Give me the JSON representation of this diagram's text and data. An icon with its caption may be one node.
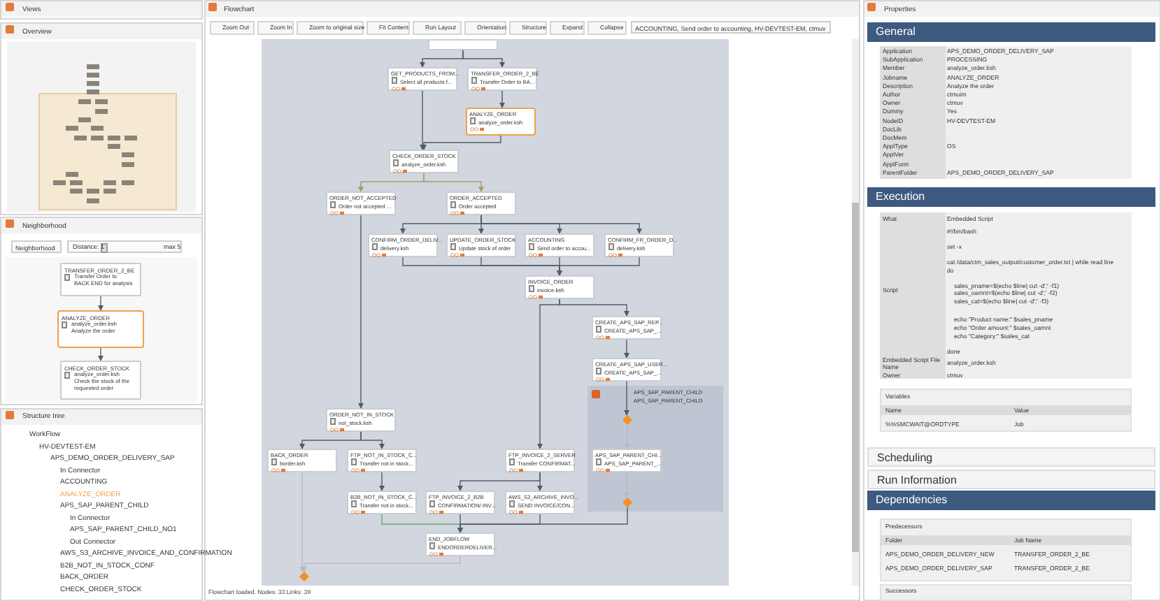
{
  "diagram": {
    "nodes": [
      {
        "text": [
          "TRANSFER_ORDER_2_BE",
          "Transfer Order to BACK END for analysis"
        ]
      },
      {
        "text": [
          "ANALYZE_ORDER",
          "analyze_order.ksh",
          "Analyze the order"
        ]
      },
      {
        "text": [
          "CHECK_ORDER_STOCK",
          "analyze_order.ksh",
          "Check the stock of the requested order"
        ]
      },
      {
        "text": [],
        "shape": "box"
      },
      {
        "text": [
          "GET_PRODUCTS_FROM...",
          "Select all products f..."
        ]
      },
      {
        "text": [
          "TRANSFER_ORDER_2_BE",
          "Transfer Order to BA..."
        ]
      },
      {
        "text": [
          "ANALYZE_ORDER",
          "analyze_order.ksh"
        ]
      },
      {
        "text": [
          "CHECK_ORDER_STOCK",
          "analyze_order.ksh"
        ]
      },
      {
        "text": [
          "ORDER_NOT_ACCEPTED",
          "Order not accepted ..."
        ]
      },
      {
        "text": [
          "ORDER_ACCEPTED",
          "Order accepted"
        ]
      },
      {
        "text": [
          "CONFIRM_ORDER_DELIV...",
          "delivery.ksh"
        ]
      },
      {
        "text": [
          "UPDATE_ORDER_STOCK",
          "Update stock of order"
        ]
      },
      {
        "text": [
          "ACCOUNTING",
          "Send order to accou..."
        ]
      },
      {
        "text": [
          "CONFIRM_FR_ORDER_D...",
          "delivery.ksh"
        ]
      },
      {
        "text": [
          "INVOICE_ORDER",
          "invoice.ksh"
        ]
      },
      {
        "text": [
          "CREATE_APS_SAP_REP...",
          "CREATE_APS_SAP_..."
        ]
      },
      {
        "text": [
          "CREATE_APS_SAP_USER...",
          "CREATE_APS_SAP_..."
        ]
      },
      {
        "text": [
          "APS_SAP_PARENT_CHILD",
          "APS_SAP_PARENT_CHILD"
        ]
      },
      {
        "text": [],
        "shape": "diamond",
        "in": 17
      },
      {
        "text": [
          "APS_SAP_PARENT_CHI...",
          "APS_SAP_PARENT_..."
        ],
        "in": 17
      },
      {
        "text": [],
        "shape": "diamond",
        "in": 17
      },
      {
        "text": [
          "ORDER_NOT_IN_STOCK",
          "not_stock.ksh"
        ]
      },
      {
        "text": [
          "BACK_ORDER",
          "border.ksh"
        ]
      },
      {
        "text": [
          "FTP_NOT_IN_STOCK_C...",
          "Transfer not in stock..."
        ]
      },
      {
        "text": [
          "FTP_INVOICE_2_SERVER",
          "Transfer CONFIRMAT..."
        ]
      },
      {
        "text": [
          "B2B_NOT_IN_STOCK_C...",
          "Transfer not in stock..."
        ]
      },
      {
        "text": [
          "FTP_INVOICE_2_B2B",
          "CONFIRMATION/ INV..."
        ]
      },
      {
        "text": [
          "AWS_S3_ARCHIVE_INVO...",
          "SEND INVOICE/CON..."
        ]
      },
      {
        "text": [
          "END_JOBFLOW",
          "ENDORDERDELIVER..."
        ]
      },
      {
        "text": [],
        "shape": "diamond"
      }
    ],
    "edges": [
      {
        "from": 0,
        "to": 1,
        "arrow": "to"
      },
      {
        "from": 1,
        "to": 2,
        "arrow": "to"
      },
      {
        "from": 3,
        "to": 4,
        "arrow": "to"
      },
      {
        "from": 3,
        "to": 5,
        "arrow": "to"
      },
      {
        "from": 5,
        "to": 6,
        "arrow": "to"
      },
      {
        "from": 4,
        "to": 7,
        "arrow": "to"
      },
      {
        "from": 6,
        "to": 7,
        "arrow": "to"
      },
      {
        "from": 7,
        "to": 8,
        "arrow": "to",
        "color": "#a89a6a"
      },
      {
        "from": 7,
        "to": 9,
        "arrow": "to",
        "color": "#a89a6a"
      },
      {
        "from": 9,
        "to": 10,
        "arrow": "to"
      },
      {
        "from": 9,
        "to": 11,
        "arrow": "to"
      },
      {
        "from": 9,
        "to": 12,
        "arrow": "to"
      },
      {
        "from": 9,
        "to": 13,
        "arrow": "to"
      },
      {
        "from": 10,
        "to": 14,
        "arrow": "to"
      },
      {
        "from": 11,
        "to": 14,
        "arrow": "to"
      },
      {
        "from": 12,
        "to": 14,
        "arrow": "to"
      },
      {
        "from": 13,
        "to": 14,
        "arrow": "to"
      },
      {
        "from": 14,
        "to": 15,
        "arrow": "to"
      },
      {
        "from": 14,
        "to": 24,
        "arrow": "to"
      },
      {
        "from": 15,
        "to": 16,
        "arrow": "to"
      },
      {
        "from": 16,
        "to": 18,
        "arrow": "to"
      },
      {
        "from": 18,
        "to": 19,
        "arrow": "to",
        "color": "#b4b9c4"
      },
      {
        "from": 19,
        "to": 20,
        "arrow": "to",
        "color": "#b4b9c4"
      },
      {
        "from": 8,
        "to": 21,
        "arrow": "to"
      },
      {
        "from": 21,
        "to": 22,
        "arrow": "to"
      },
      {
        "from": 21,
        "to": 23,
        "arrow": "to"
      },
      {
        "from": 23,
        "to": 25,
        "arrow": "to"
      },
      {
        "from": 24,
        "to": 26,
        "arrow": "to"
      },
      {
        "from": 24,
        "to": 27,
        "arrow": "to"
      },
      {
        "from": 25,
        "to": 28,
        "arrow": "to",
        "color": "#6aa56a"
      },
      {
        "from": 26,
        "to": 28,
        "arrow": "to"
      },
      {
        "from": 27,
        "to": 28,
        "arrow": "to"
      },
      {
        "from": 20,
        "to": 28,
        "arrow": "to"
      },
      {
        "from": 22,
        "to": 29,
        "arrow": "to",
        "color": "#b4b9c4"
      },
      {
        "from": 28,
        "to": 29,
        "arrow": "to",
        "color": "#b4b9c4"
      }
    ],
    "labels": [
      "Views",
      "Overview",
      "Neighborhood",
      "Neighborhood",
      "Distance: 1",
      "max 5",
      "Structure tree",
      "WorkFlow",
      "HV-DEVTEST-EM",
      "APS_DEMO_ORDER_DELIVERY_SAP",
      "In Connector",
      "ACCOUNTING",
      "ANALYZE_ORDER",
      "APS_SAP_PARENT_CHILD",
      "In Connector",
      "APS_SAP_PARENT_CHILD_NO1",
      "Out Connector",
      "AWS_S3_ARCHIVE_INVOICE_AND_CONFIRMATION",
      "B2B_NOT_IN_STOCK_CONF",
      "BACK_ORDER",
      "CHECK_ORDER_STOCK",
      "Flowchart",
      "Zoom Out",
      "Zoom In",
      "Zoom to original size",
      "Fit Content",
      "Run Layout",
      "Orientation",
      "Structure",
      "Expand",
      "Collapse",
      "ACCOUNTING, Send order to accounting, HV-DEVTEST-EM, ctmuv",
      "Flowchart loaded. Nodes: 33 Links: 39",
      "Properties",
      "General",
      "Application",
      "APS_DEMO_ORDER_DELIVERY_SAP",
      "SubApplication",
      "PROCESSING",
      "Member",
      "analyze_order.ksh",
      "Jobname",
      "ANALYZE_ORDER",
      "Description",
      "Analyze the order",
      "Author",
      "ctmuim",
      "Owner",
      "ctmuv",
      "Dummy",
      "Yes",
      "NodeID",
      "HV-DEVTEST-EM",
      "DocLib",
      "DocMem",
      "ApplType",
      "OS",
      "ApplVer",
      "ApplForm",
      "ParentFolder",
      "APS_DEMO_ORDER_DELIVERY_SAP",
      "Execution",
      "What",
      "Embedded Script",
      "Script",
      "#!/bin/bash",
      "set -x",
      "cat /data/ctm_sales_output/customer_order.txt | while read line",
      "do",
      "sales_pname=$(echo $line| cut -d';' -f1)",
      "sales_oamnt=$(echo $line| cut -d';' -f2)",
      "sales_cat=$(echo $line| cut -d';' -f3)",
      "echo \"Product name:\" $sales_pname",
      "echo \"Order amount:\" $sales_oamnt",
      "echo \"Category:\" $sales_cat",
      "done",
      "Embedded Script File Name",
      "analyze_order.ksh",
      "Owner",
      "ctmuv",
      "Variables",
      "Name",
      "Value",
      "%%SMCWAIT@ORDTYPE",
      "Job",
      "Scheduling",
      "Run Information",
      "Dependencies",
      "Predecessors",
      "Folder",
      "Job Name",
      "APS_DEMO_ORDER_DELIVERY_NEW",
      "TRANSFER_ORDER_2_BE",
      "APS_DEMO_ORDER_DELIVERY_SAP",
      "TRANSFER_ORDER_2_BE",
      "Successors"
    ]
  }
}
